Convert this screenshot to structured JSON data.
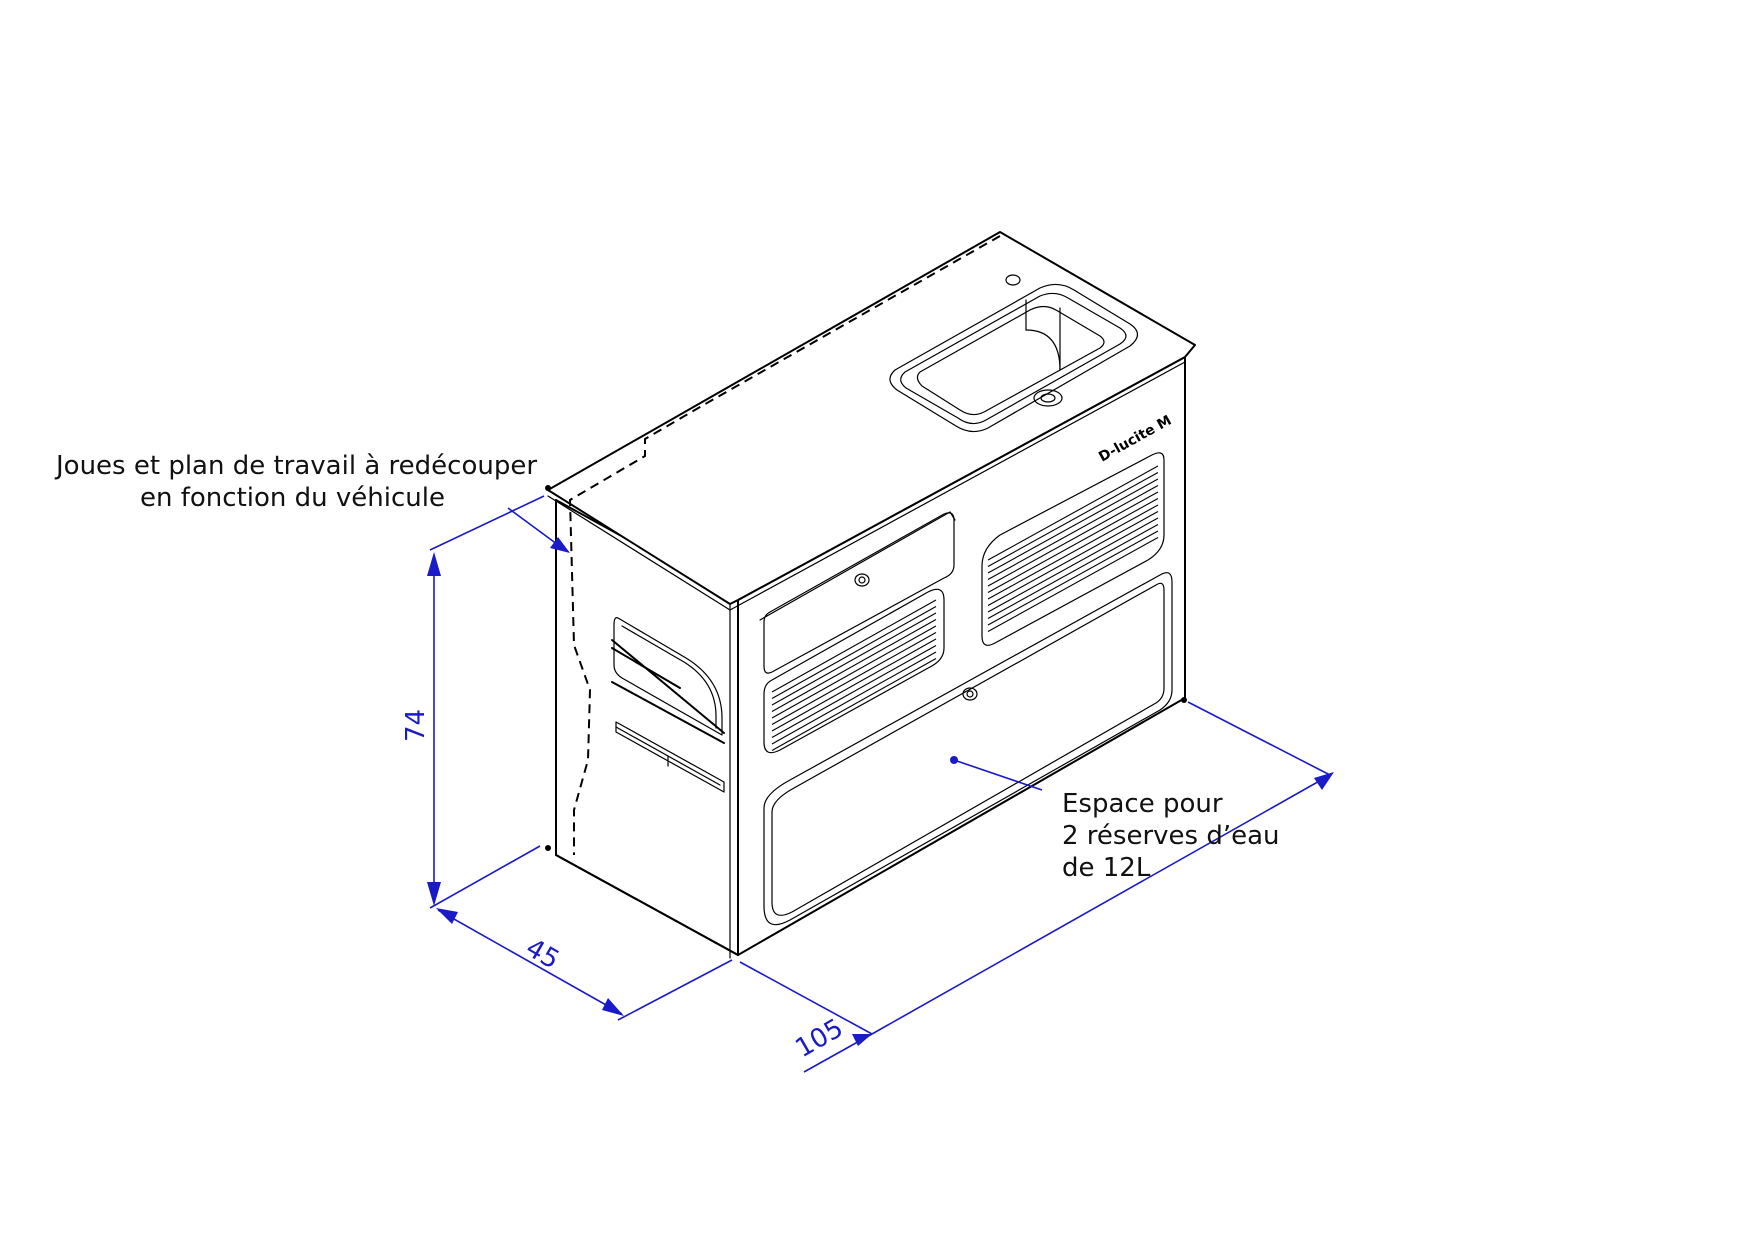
{
  "annotations": {
    "cut_note_line1": "Joues et plan de travail à redécouper",
    "cut_note_line2": "en fonction du véhicule",
    "water_note_line1": "Espace pour",
    "water_note_line2": "2 réserves d’eau",
    "water_note_line3": "de 12L"
  },
  "dimensions": {
    "height": "74",
    "depth": "45",
    "width": "105"
  },
  "brand_label": "D-lucite M",
  "colors": {
    "dimension": "#1a1ac8",
    "ink": "#000000"
  }
}
